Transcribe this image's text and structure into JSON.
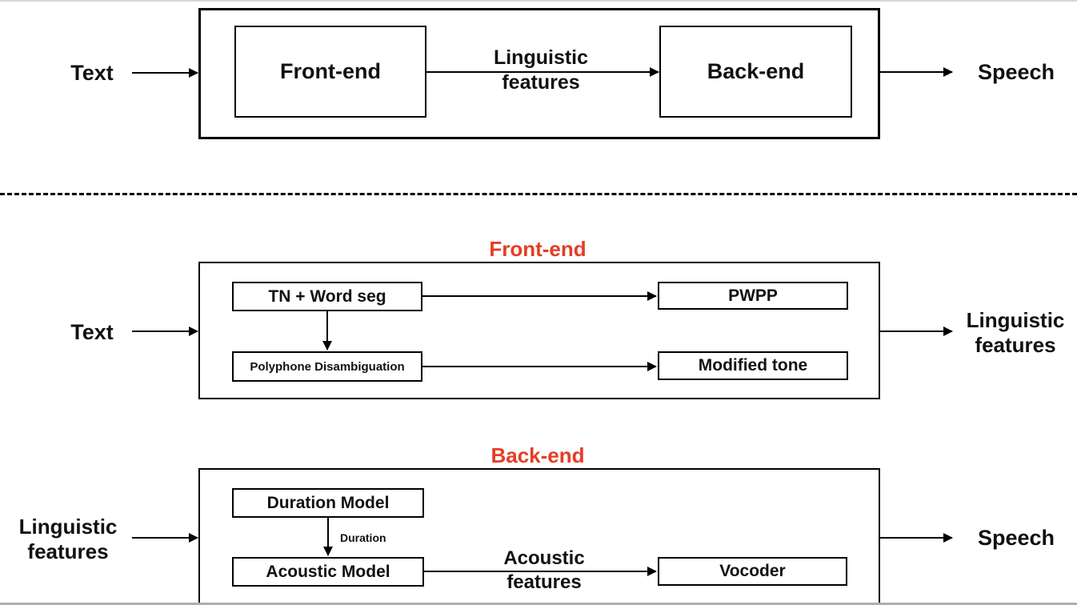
{
  "colors": {
    "accent_red": "#e43d26",
    "line": "#000000",
    "background": "#ffffff"
  },
  "overview": {
    "input_label": "Text",
    "frontend_box": "Front-end",
    "link_label": "Linguistic\nfeatures",
    "backend_box": "Back-end",
    "output_label": "Speech"
  },
  "frontend_detail": {
    "title": "Front-end",
    "input_label": "Text",
    "tn_word_seg_box": "TN + Word seg",
    "pwpp_box": "PWPP",
    "polyphone_box": "Polyphone Disambiguation",
    "modified_tone_box": "Modified tone",
    "output_label": "Linguistic\nfeatures"
  },
  "backend_detail": {
    "title": "Back-end",
    "input_label": "Linguistic\nfeatures",
    "duration_model_box": "Duration Model",
    "duration_arrow_label": "Duration",
    "acoustic_model_box": "Acoustic Model",
    "acoustic_features_label": "Acoustic\nfeatures",
    "vocoder_box": "Vocoder",
    "output_label": "Speech"
  }
}
